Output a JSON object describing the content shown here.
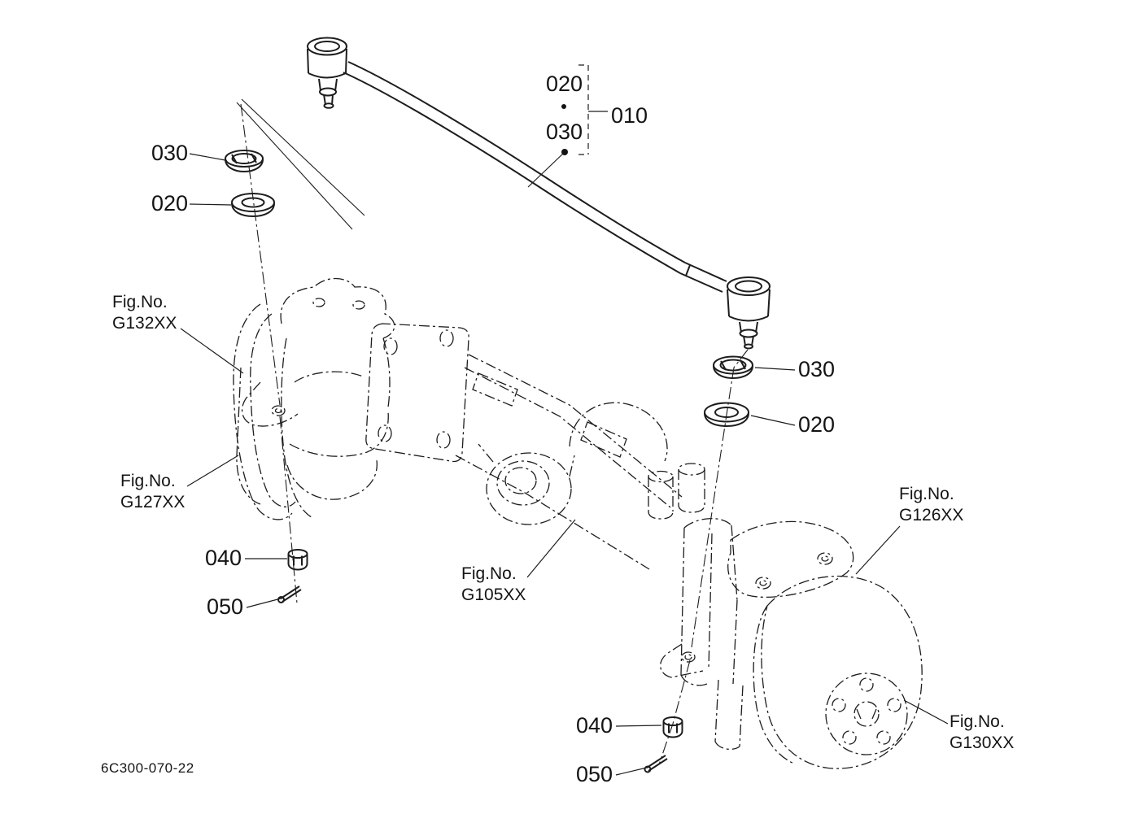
{
  "drawing": {
    "number": "6C300-070-22",
    "fig_label": "Fig.No.",
    "callouts": {
      "c010": "010",
      "c020": "020",
      "c030": "030",
      "c040": "040",
      "c050": "050"
    },
    "fig_refs": {
      "g132": "G132XX",
      "g127": "G127XX",
      "g105": "G105XX",
      "g126": "G126XX",
      "g130": "G130XX"
    }
  }
}
